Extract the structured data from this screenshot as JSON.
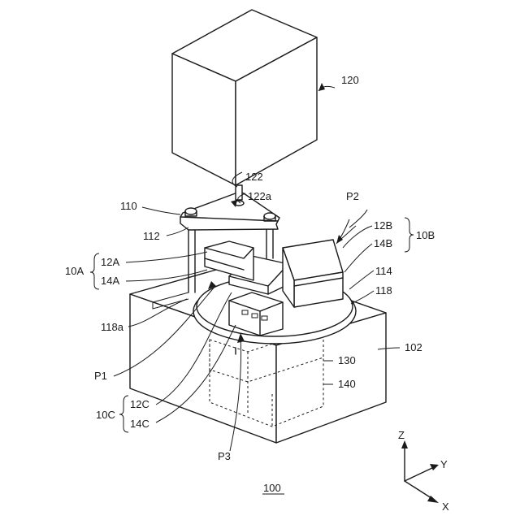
{
  "labels": {
    "n100": "100",
    "n102": "102",
    "n110": "110",
    "n112": "112",
    "n114": "114",
    "n118": "118",
    "n118a": "118a",
    "n120": "120",
    "n122": "122",
    "n122a": "122a",
    "n130": "130",
    "n140": "140",
    "n10A": "10A",
    "n10B": "10B",
    "n10C": "10C",
    "n12A": "12A",
    "n12B": "12B",
    "n12C": "12C",
    "n14A": "14A",
    "n14B": "14B",
    "n14C": "14C",
    "P1": "P1",
    "P2": "P2",
    "P3": "P3"
  },
  "axes": {
    "z": "Z",
    "y": "Y",
    "x": "X"
  }
}
